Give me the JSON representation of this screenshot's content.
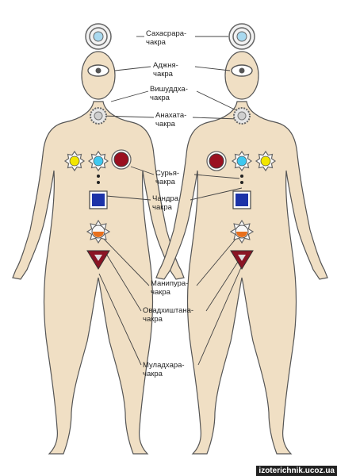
{
  "labels": {
    "sahasrara": "Сахасрара-\nчакра",
    "ajna": "Аджня-\nчакра",
    "vishuddha": "Вишуддха-\nчакра",
    "anahata": "Анахата-\nчакра",
    "surya": "Сурья-\nчакра",
    "chandra": "Чандра\nчакра",
    "manipura": "Манипура-\nчакра",
    "svadhisthana": "Овадхиштана-\nчакра",
    "muladhara": "Муладхара-\nчакра"
  },
  "watermark": "izoterichnik.ucoz.ua",
  "colors": {
    "skin": "#f0dfc4",
    "outline": "#555555",
    "line": "#444444",
    "yellow": "#f2e600",
    "cyan": "#3ec8f0",
    "red": "#9a1020",
    "blue": "#1c33a8",
    "orange": "#e8701e",
    "triangle": "#8a1424"
  }
}
